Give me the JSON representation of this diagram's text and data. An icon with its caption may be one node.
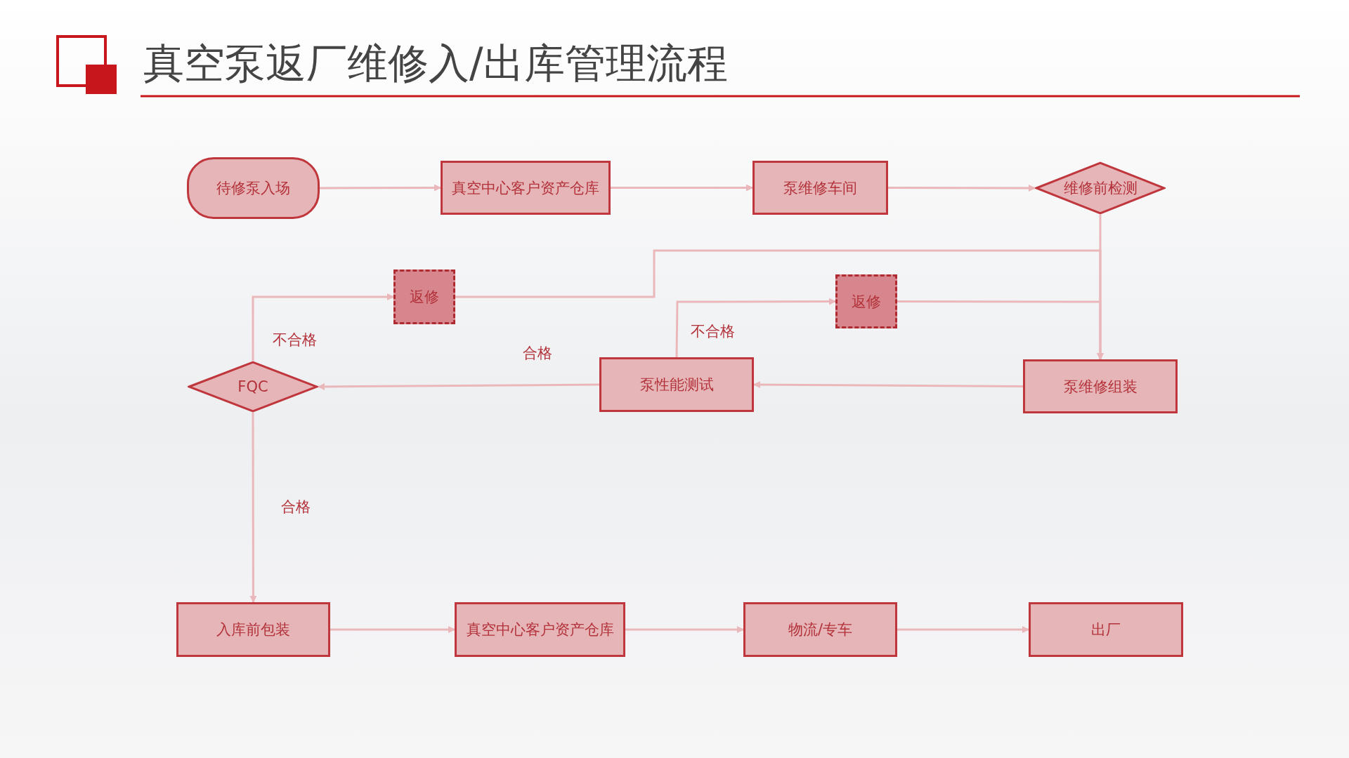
{
  "diagram": {
    "title": "真空泵返厂维修入/出库管理流程",
    "nodes": [
      {
        "text": [
          "待修泵入场"
        ]
      },
      {
        "text": [
          "真空中心客户资产仓库"
        ]
      },
      {
        "text": [
          "泵维修车间"
        ]
      },
      {
        "text": [
          "维修前检测"
        ]
      },
      {
        "text": [
          "返修"
        ]
      },
      {
        "text": [
          "返修"
        ]
      },
      {
        "text": [
          "FQC"
        ]
      },
      {
        "text": [
          "泵性能测试"
        ]
      },
      {
        "text": [
          "泵维修组装"
        ]
      },
      {
        "text": [
          "入库前包装"
        ]
      },
      {
        "text": [
          "真空中心客户资产仓库"
        ]
      },
      {
        "text": [
          "物流/专车"
        ]
      },
      {
        "text": [
          "出厂"
        ]
      }
    ],
    "edges": [
      {
        "from": 0,
        "to": 1,
        "arrow": "to"
      },
      {
        "from": 1,
        "to": 2,
        "arrow": "to"
      },
      {
        "from": 2,
        "to": 3,
        "arrow": "to"
      },
      {
        "from": 3,
        "to": 8,
        "arrow": "to"
      },
      {
        "from": 8,
        "to": 7,
        "arrow": "to"
      },
      {
        "from": 7,
        "to": 6,
        "arrow": "to",
        "label": "合格"
      },
      {
        "from": 6,
        "to": 4,
        "arrow": "to",
        "label": "不合格"
      },
      {
        "from": 4,
        "to": 8,
        "arrow": "to"
      },
      {
        "from": 7,
        "to": 5,
        "arrow": "to",
        "label": "不合格"
      },
      {
        "from": 5,
        "to": 8,
        "arrow": "to"
      },
      {
        "from": 6,
        "to": 9,
        "arrow": "to",
        "label": "合格"
      },
      {
        "from": 9,
        "to": 10,
        "arrow": "to"
      },
      {
        "from": 10,
        "to": 11,
        "arrow": "to"
      },
      {
        "from": 11,
        "to": 12,
        "arrow": "to"
      }
    ]
  }
}
